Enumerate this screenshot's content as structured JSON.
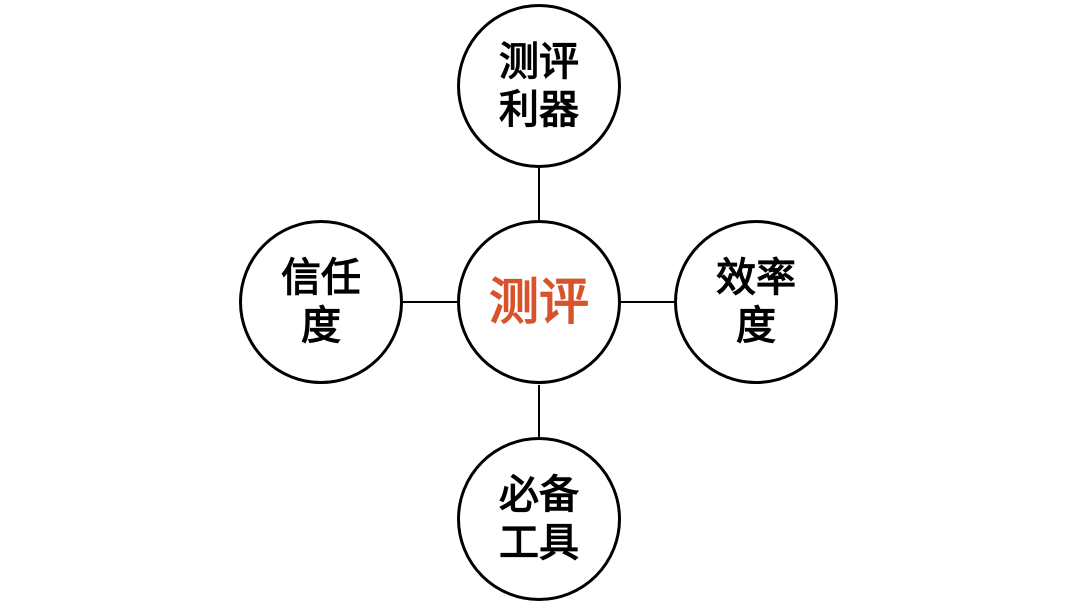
{
  "colors": {
    "center_text": "#d9532a",
    "outer_text": "#000000",
    "stroke": "#000000",
    "background": "#ffffff"
  },
  "diagram": {
    "center": {
      "label": "测评"
    },
    "top": {
      "label": "测评利器"
    },
    "left": {
      "label": "信任度"
    },
    "right": {
      "label": "效率度"
    },
    "bottom": {
      "label": "必备工具"
    }
  }
}
